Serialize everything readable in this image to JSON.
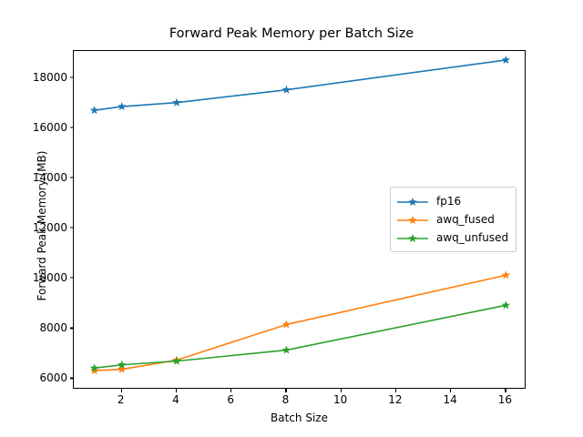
{
  "chart_data": {
    "type": "line",
    "title": "Forward Peak Memory per Batch Size",
    "xlabel": "Batch Size",
    "ylabel": "Forward Peak Memory (MB)",
    "x": [
      1,
      2,
      4,
      8,
      16
    ],
    "xlim": [
      0.25,
      16.75
    ],
    "ylim": [
      5580,
      19100
    ],
    "xticks": [
      2,
      4,
      6,
      8,
      10,
      12,
      14,
      16
    ],
    "xtick_labels": [
      "2",
      "4",
      "6",
      "8",
      "10",
      "12",
      "14",
      "16"
    ],
    "yticks": [
      6000,
      8000,
      10000,
      12000,
      14000,
      16000,
      18000
    ],
    "ytick_labels": [
      "6000",
      "8000",
      "10000",
      "12000",
      "14000",
      "16000",
      "18000"
    ],
    "grid": false,
    "legend_position": "center right",
    "marker": "star",
    "series": [
      {
        "name": "fp16",
        "color": "#1f77b4",
        "values": [
          16730,
          16880,
          17040,
          17550,
          18740
        ]
      },
      {
        "name": "awq_fused",
        "color": "#ff7f0e",
        "values": [
          6340,
          6390,
          6760,
          8180,
          10150
        ]
      },
      {
        "name": "awq_unfused",
        "color": "#2ca02c",
        "values": [
          6440,
          6570,
          6720,
          7160,
          8950
        ]
      }
    ]
  }
}
